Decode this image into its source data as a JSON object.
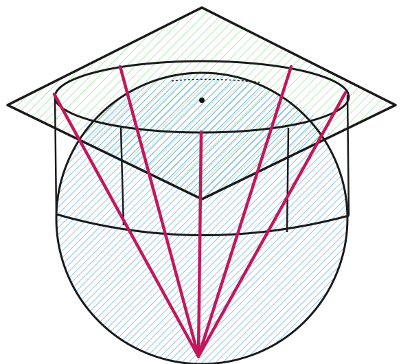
{
  "diagram": {
    "kind": "sketch-geometry",
    "subject": "sphere-with-cylinder-and-square-plane",
    "colors": {
      "background": "#ffffff",
      "outline": "#1a1a1a",
      "sphere_hatch": "#5aa3e6",
      "plane_hatch": "#8fdc8f",
      "rays": "#c2185b",
      "center_point": "#111111"
    },
    "rays_count": 5
  }
}
